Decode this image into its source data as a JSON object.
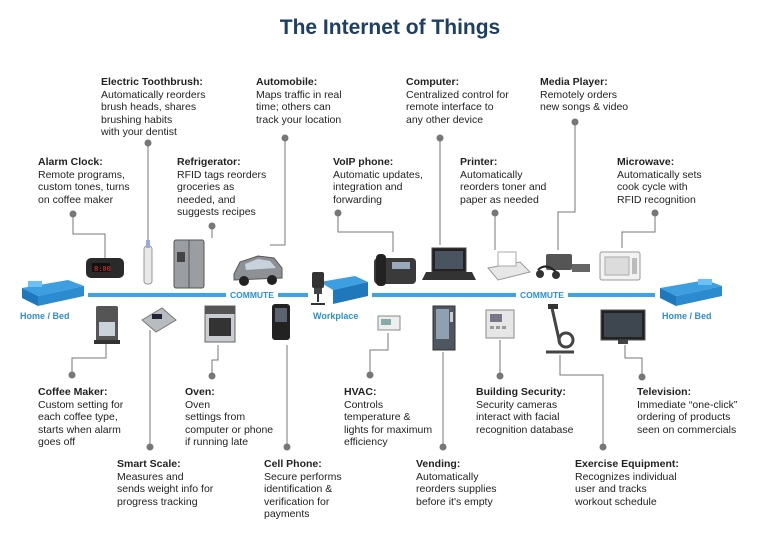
{
  "title": "The Internet of Things",
  "colors": {
    "title": "#1d3f63",
    "commute_line": "#37a6e8",
    "accent_blue": "#2e8fd0",
    "connector": "#777777"
  },
  "places": {
    "home_left": "Home / Bed",
    "workplace": "Workplace",
    "home_right": "Home / Bed"
  },
  "commute_label": "COMMUTE",
  "devices": [
    {
      "id": "alarm-clock",
      "icon": "alarm-clock-icon",
      "name": "Alarm Clock:",
      "desc": "Remote programs,\ncustom tones, turns\non coffee maker"
    },
    {
      "id": "electric-toothbrush",
      "icon": "toothbrush-icon",
      "name": "Electric Toothbrush:",
      "desc": "Automatically reorders\nbrush heads, shares\nbrushing habits\nwith your dentist"
    },
    {
      "id": "refrigerator",
      "icon": "refrigerator-icon",
      "name": "Refrigerator:",
      "desc": "RFID tags reorders\ngroceries as\nneeded, and\nsuggests recipes"
    },
    {
      "id": "automobile",
      "icon": "car-icon",
      "name": "Automobile:",
      "desc": "Maps traffic in real\ntime; others can\ntrack your location"
    },
    {
      "id": "voip-phone",
      "icon": "desk-phone-icon",
      "name": "VoIP phone:",
      "desc": "Automatic updates,\nintegration and\nforwarding"
    },
    {
      "id": "computer",
      "icon": "laptop-icon",
      "name": "Computer:",
      "desc": "Centralized control for\nremote interface to\nany other device"
    },
    {
      "id": "printer",
      "icon": "printer-icon",
      "name": "Printer:",
      "desc": "Automatically\nreorders toner and\npaper as needed"
    },
    {
      "id": "media-player",
      "icon": "media-player-icon",
      "name": "Media Player:",
      "desc": "Remotely orders\nnew songs & video"
    },
    {
      "id": "microwave",
      "icon": "microwave-icon",
      "name": "Microwave:",
      "desc": "Automatically sets\ncook cycle with\nRFID recognition"
    },
    {
      "id": "coffee-maker",
      "icon": "coffee-maker-icon",
      "name": "Coffee Maker:",
      "desc": "Custom setting for\neach coffee type,\nstarts when alarm\ngoes off"
    },
    {
      "id": "smart-scale",
      "icon": "scale-icon",
      "name": "Smart Scale:",
      "desc": "Measures and\nsends weight info for\nprogress tracking"
    },
    {
      "id": "oven",
      "icon": "oven-icon",
      "name": "Oven:",
      "desc": "Oven\nsettings from\ncomputer or phone\nif running late"
    },
    {
      "id": "cell-phone",
      "icon": "cell-phone-icon",
      "name": "Cell Phone:",
      "desc": "Secure performs\nidentification &\nverification for\npayments"
    },
    {
      "id": "hvac",
      "icon": "thermostat-icon",
      "name": "HVAC:",
      "desc": "Controls\ntemperature &\nlights for maximum\nefficiency"
    },
    {
      "id": "vending",
      "icon": "vending-machine-icon",
      "name": "Vending:",
      "desc": "Automatically\nreorders supplies\nbefore it's empty"
    },
    {
      "id": "building-security",
      "icon": "security-panel-icon",
      "name": "Building Security:",
      "desc": "Security cameras\ninteract with facial\nrecognition database"
    },
    {
      "id": "exercise-equipment",
      "icon": "exercise-bike-icon",
      "name": "Exercise Equipment:",
      "desc": "Recognizes individual\nuser and tracks\nworkout schedule"
    },
    {
      "id": "television",
      "icon": "television-icon",
      "name": "Television:",
      "desc": "Immediate “one-click”\nordering of products\nseen on commercials"
    }
  ]
}
